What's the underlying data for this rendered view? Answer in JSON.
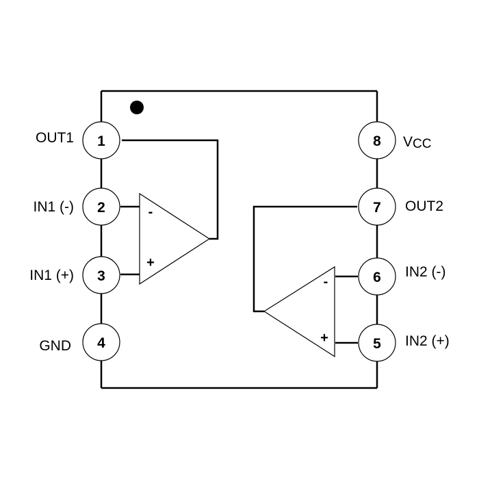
{
  "pins": [
    {
      "number": "1",
      "label": "OUT1"
    },
    {
      "number": "2",
      "label": "IN1 (-)"
    },
    {
      "number": "3",
      "label": "IN1 (+)"
    },
    {
      "number": "4",
      "label": "GND"
    },
    {
      "number": "5",
      "label": "IN2 (+)"
    },
    {
      "number": "6",
      "label": "IN2 (-)"
    },
    {
      "number": "7",
      "label": "OUT2"
    },
    {
      "number": "8",
      "label": "VCC"
    }
  ],
  "amplifiers": [
    {
      "minus": "-",
      "plus": "+"
    },
    {
      "minus": "-",
      "plus": "+"
    }
  ],
  "colors": {
    "ink": "#000000",
    "background": "#ffffff"
  }
}
